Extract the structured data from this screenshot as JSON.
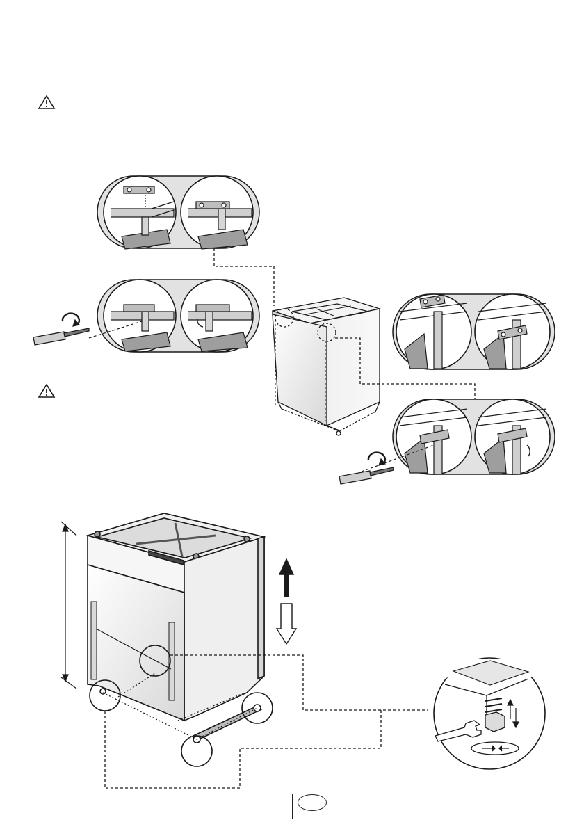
{
  "page": {
    "page_number": ""
  },
  "warnings": [
    {
      "icon": "warning-triangle-icon"
    },
    {
      "icon": "warning-triangle-icon"
    }
  ],
  "figures": [
    {
      "name": "top-bracket-detail-upper",
      "shows": "bracket-insertion"
    },
    {
      "name": "top-bracket-detail-lower",
      "shows": "bracket-screwing"
    },
    {
      "name": "dishwasher-overview",
      "shows": "appliance-isometric"
    },
    {
      "name": "side-bracket-detail-upper",
      "shows": "bracket-insertion"
    },
    {
      "name": "side-bracket-detail-lower",
      "shows": "bracket-screwing"
    },
    {
      "name": "dishwasher-levelling",
      "shows": "appliance-feet-adjustment"
    },
    {
      "name": "foot-adjustment-detail",
      "shows": "spanner-adjustment"
    }
  ],
  "colors": {
    "line": "#1a1a1a",
    "panel": "#e4e4e4",
    "panel_dark": "#bdbdbd",
    "hole": "#ffffff"
  }
}
